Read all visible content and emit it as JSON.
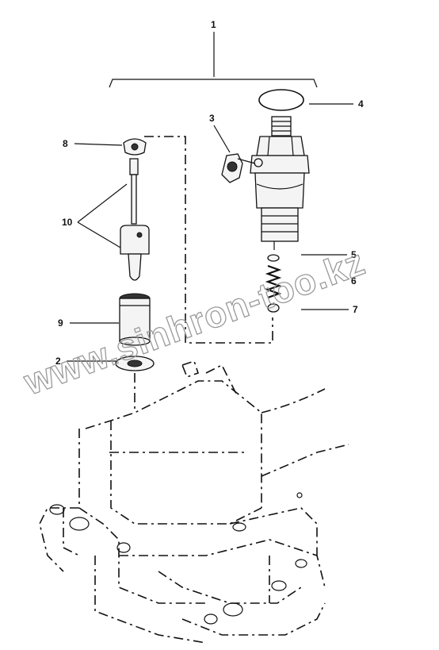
{
  "labels": {
    "p1": "1",
    "p2": "2",
    "p3": "3",
    "p4": "4",
    "p5": "5",
    "p6": "6",
    "p7": "7",
    "p8": "8",
    "p9": "9",
    "p10": "10"
  },
  "watermark": "www.sinhron-too.kz",
  "colors": {
    "line": "#111111",
    "watermark": "#9a9a9a",
    "background": "#ffffff"
  }
}
